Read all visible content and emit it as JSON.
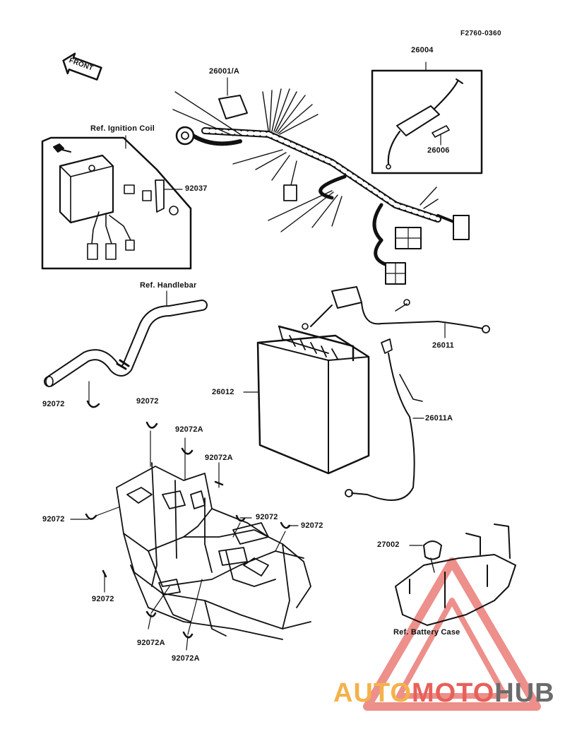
{
  "figure_code": "F2760-0360",
  "front_arrow_text": "FRONT",
  "refs": {
    "ignition_coil": "Ref. Ignition Coil",
    "handlebar": "Ref. Handlebar",
    "battery_case": "Ref. Battery  Case"
  },
  "parts": {
    "p26001A": "26001/A",
    "p26004": "26004",
    "p26006": "26006",
    "p92037": "92037",
    "p26011": "26011",
    "p26012": "26012",
    "p26011A": "26011A",
    "p27002": "27002",
    "p92072_handlebar": "92072",
    "p92072_top": "92072",
    "p92072A_1": "92072A",
    "p92072A_2": "92072A",
    "p92072_left": "92072",
    "p92072_mid": "92072",
    "p92072_right": "92072",
    "p92072_bottom": "92072",
    "p92072A_3": "92072A",
    "p92072A_4": "92072A"
  },
  "watermark": {
    "part1": "AUTO",
    "part2": "MOTO",
    "part3": "HUB",
    "colors": {
      "auto": "#f4b24a",
      "moto": "#e7605a",
      "hub": "#6b6b6b",
      "triangle": "#e86a63"
    }
  }
}
